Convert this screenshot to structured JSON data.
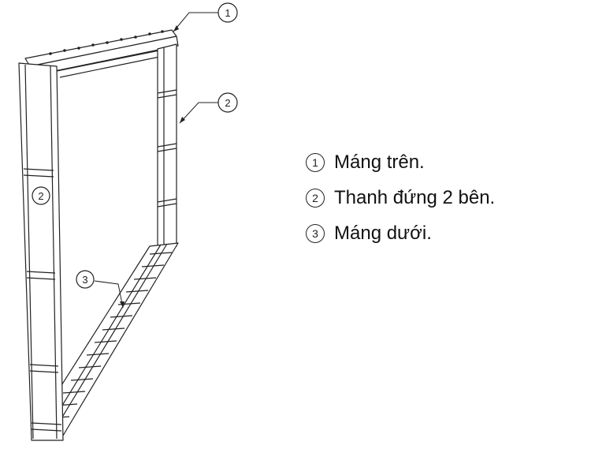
{
  "callouts": [
    {
      "number": "1"
    },
    {
      "number": "2"
    },
    {
      "number": "2"
    },
    {
      "number": "3"
    }
  ],
  "legend": [
    {
      "number": "1",
      "text": "Máng trên."
    },
    {
      "number": "2",
      "text": "Thanh đứng 2 bên."
    },
    {
      "number": "3",
      "text": "Máng dưới."
    }
  ],
  "colors": {
    "line": "#222222",
    "fill": "#ffffff"
  }
}
